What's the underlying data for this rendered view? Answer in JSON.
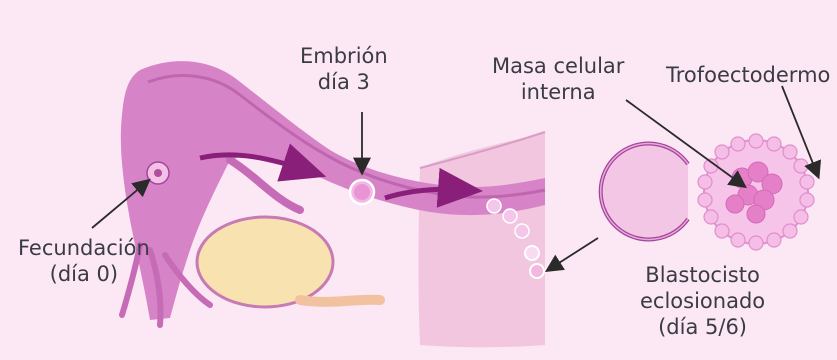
{
  "labels": {
    "fecundacion": [
      "Fecundación",
      "(día 0)"
    ],
    "embrion": [
      "Embrión",
      "día 3"
    ],
    "masa": [
      "Masa celular",
      "interna"
    ],
    "trofoectodermo": [
      "Trofoectodermo"
    ],
    "blastocisto": [
      "Blastocisto",
      "eclosionado",
      "(día 5/6)"
    ]
  },
  "colors": {
    "background": "#fbe8f4",
    "tube": "#d684c7",
    "tube_dark": "#b04ea0",
    "uterus": "#f2c6df",
    "ovary": "#f7e2b0",
    "arrow": "#8a1f79",
    "label_text": "#3b3b46",
    "pointer": "#2a2a2a"
  }
}
